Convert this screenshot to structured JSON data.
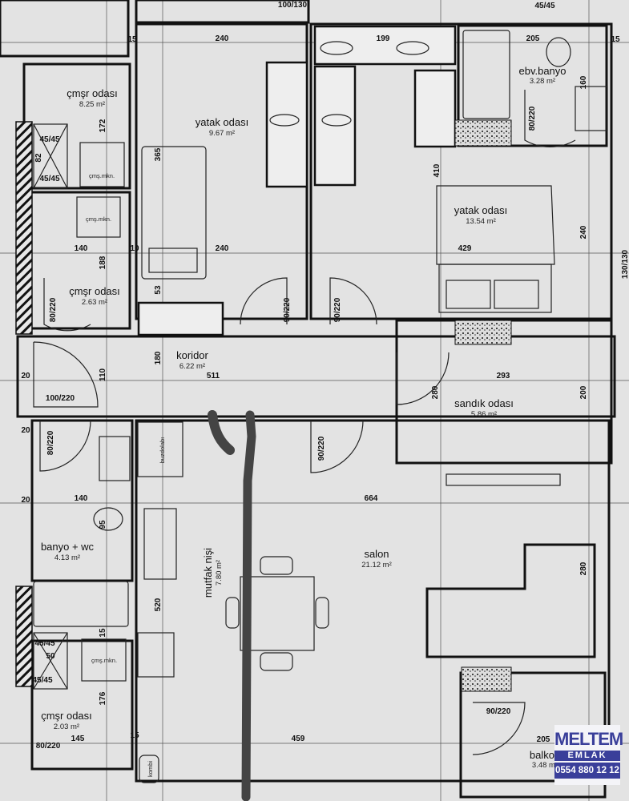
{
  "rooms": {
    "bedroom1": {
      "name": "yatak odası",
      "area": "9.67 m²"
    },
    "bedroom2": {
      "name": "yatak odası",
      "area": "13.54 m²"
    },
    "ensuite": {
      "name": "ebv.banyo",
      "area": "3.28 m²"
    },
    "laundry1": {
      "name": "çmşr odası",
      "area": "8.25 m²"
    },
    "laundry2": {
      "name": "çmşr odası",
      "area": "2.63 m²"
    },
    "corridor": {
      "name": "koridor",
      "area": "6.22 m²"
    },
    "storage": {
      "name": "sandık odası",
      "area": "5.86 m²"
    },
    "bathroom": {
      "name": "banyo + wc",
      "area": "4.13 m²"
    },
    "kitchen": {
      "name": "mutfak nişi",
      "area": "7.80 m²"
    },
    "living": {
      "name": "salon",
      "area": "21.12 m²"
    },
    "laundry3": {
      "name": "çmşr odası",
      "area": "2.03 m²"
    },
    "balcony": {
      "name": "balkon",
      "area": "3.48 m²"
    }
  },
  "fixtures": {
    "washer1": "çmş.mkn.",
    "washer2": "çmş.mkn.",
    "washer3": "çmş.mkn.",
    "fridge": "buzdolabı",
    "boiler": "kombi"
  },
  "dims": [
    "100/130",
    "45/45",
    "15",
    "240",
    "199",
    "205",
    "15",
    "172",
    "365",
    "45/45",
    "82",
    "45/45",
    "140",
    "240",
    "10",
    "188",
    "410",
    "429",
    "240",
    "160",
    "80/220",
    "80/220",
    "53",
    "90/220",
    "90/220",
    "180",
    "110",
    "511",
    "100/220",
    "20",
    "20",
    "80/220",
    "90/220",
    "293",
    "200",
    "280",
    "140",
    "20",
    "664",
    "95",
    "520",
    "280",
    "15",
    "45/45",
    "50",
    "45/45",
    "176",
    "145",
    "80/220",
    "459",
    "90/220",
    "205",
    "130/130",
    "15"
  ],
  "logo": {
    "brand": "MELTEM",
    "sub": "EMLAK",
    "phone": "0554 880 12 12"
  },
  "colors": {
    "background": "#e3e3e3",
    "walls": "#111111",
    "logo": "#3a3f9a",
    "marker": "#444444"
  }
}
